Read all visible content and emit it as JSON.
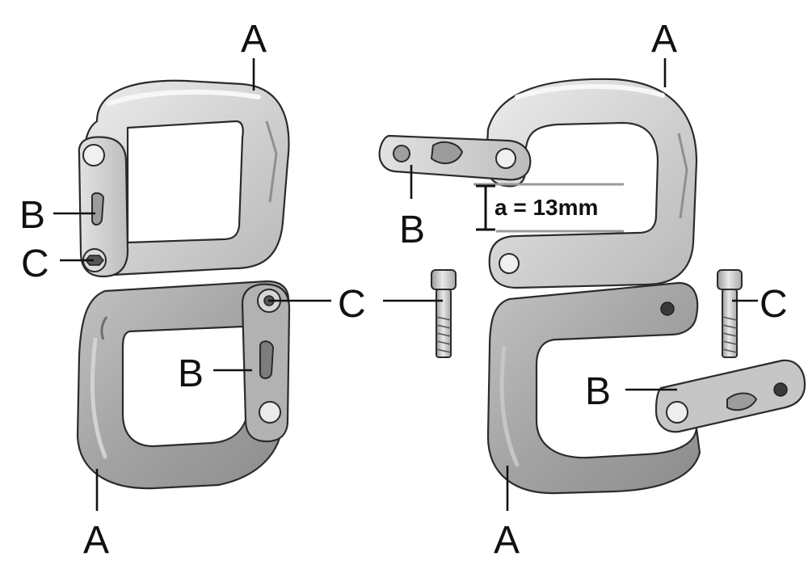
{
  "labels": {
    "frame": "A",
    "gate": "B",
    "screw": "C"
  },
  "dimension": {
    "text": "a = 13mm"
  },
  "colors": {
    "upper_body": "#cfcfcf",
    "upper_light": "#e6e6e6",
    "lower_body": "#a4a4a4",
    "lower_light": "#bdbdbd",
    "outline": "#2b2b2b",
    "screw": "#c7c7c7",
    "dimension_line": "#9a9a9a"
  }
}
